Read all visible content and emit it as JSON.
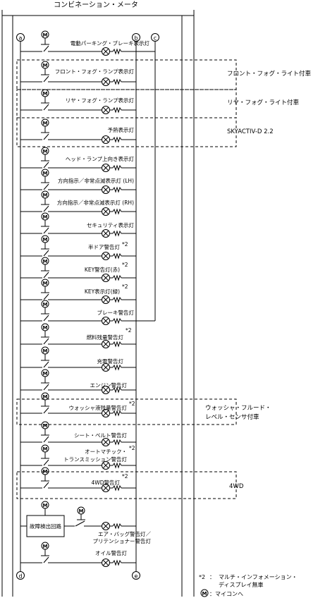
{
  "title": "コンビネーション・メータ",
  "connectors": {
    "a": "a",
    "b": "b",
    "c": "c",
    "d": "d",
    "e": "e"
  },
  "switch_symbol": "M",
  "rows": [
    {
      "label": "電動パーキング・ブレーキ表示灯",
      "note": ""
    },
    {
      "label": "フロント・フォグ・ランプ表示灯",
      "note": ""
    },
    {
      "label": "リヤ・フォグ・ランプ表示灯",
      "note": ""
    },
    {
      "label": "予熱表示灯",
      "note": ""
    },
    {
      "label": "ヘッド・ランプ上向き表示灯",
      "note": ""
    },
    {
      "label": "方向指示／非常点滅表示灯 (LH)",
      "note": ""
    },
    {
      "label": "方向指示／非常点滅表示灯 (RH)",
      "note": ""
    },
    {
      "label": "セキュリティ表示灯",
      "note": ""
    },
    {
      "label": "半ドア警告灯",
      "note": "*2"
    },
    {
      "label": "KEY警告灯(赤)",
      "note": "*2"
    },
    {
      "label": "KEY表示灯(緑)",
      "note": "*2"
    },
    {
      "label": "ブレーキ警告灯",
      "note": ""
    },
    {
      "label": "燃料残量警告灯",
      "note": "*2"
    },
    {
      "label": "充電警告灯",
      "note": ""
    },
    {
      "label": "エンジン警告灯",
      "note": ""
    },
    {
      "label": "ウォッシャ液残量警告灯",
      "note": "*2"
    },
    {
      "label": "シート・ベルト警告灯",
      "note": ""
    },
    {
      "label": "オートマチック・",
      "label2": "トランスミッション警告灯",
      "note": "*2"
    },
    {
      "label": "4WD警告灯",
      "note": "*2"
    },
    {
      "label": "エア・バッグ警告灯／",
      "label2": "プリテンショナー警告灯",
      "note": ""
    },
    {
      "label": "オイル警告灯",
      "note": ""
    }
  ],
  "fault_circuit": "故障検出回路",
  "groups": [
    {
      "label": "フロント・フォグ・ライト付車"
    },
    {
      "label": "リヤ・フォグ・ライト付車"
    },
    {
      "label": "SKYACTIV-D 2.2"
    },
    {
      "label": "ウォッシャ・フルード・",
      "label2": "レベル・センサ付車"
    },
    {
      "label": "4WD"
    }
  ],
  "legend": {
    "note_mark": "*2",
    "note_sep": "：",
    "note_line1": "マルチ・インフォメーション・",
    "note_line2": "ディスプレイ無車",
    "m_symbol": "M",
    "m_text": "：マイコンへ"
  }
}
